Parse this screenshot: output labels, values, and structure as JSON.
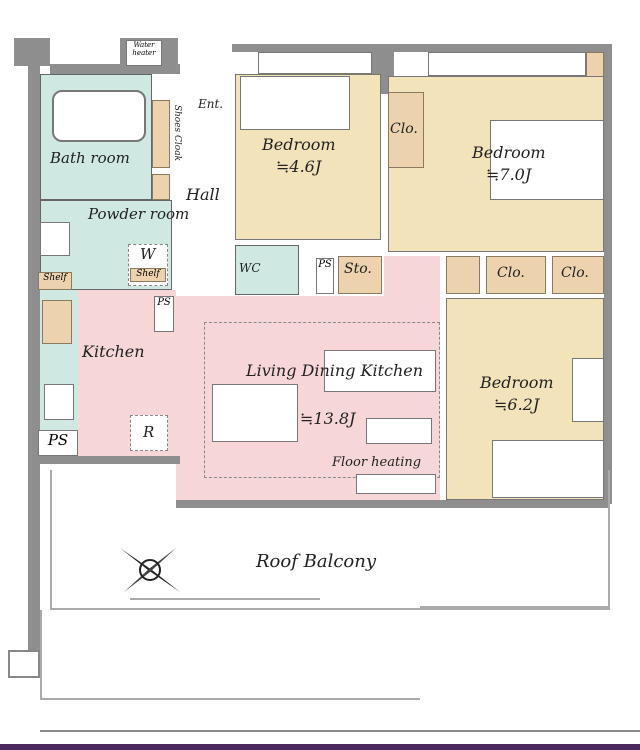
{
  "rooms": {
    "water_heater": "Water heater",
    "ent": "Ent.",
    "shoes_cloak": "Shoes Cloak",
    "bath": "Bath room",
    "hall": "Hall",
    "bedroom1": {
      "name": "Bedroom",
      "size": "≒4.6J"
    },
    "bedroom2": {
      "name": "Bedroom",
      "size": "≒7.0J"
    },
    "bedroom3": {
      "name": "Bedroom",
      "size": "≒6.2J"
    },
    "clo": "Clo.",
    "shelf": "Shelf",
    "powder": "Powder room",
    "w": "W",
    "wc": "WC",
    "ps": "PS",
    "sto": "Sto.",
    "kitchen": "Kitchen",
    "ldk": {
      "name": "Living Dining Kitchen",
      "size": "≒13.8J"
    },
    "floor_heating": "Floor heating",
    "r": "R",
    "balcony": "Roof Balcony"
  },
  "colors": {
    "wall": "#8e8e8e",
    "bedroom": "#f2e3bb",
    "wet": "#cfe9e2",
    "ldk": "#f6d6d6",
    "storage": "#ecd3ae",
    "footer": "#4a2a5e"
  }
}
